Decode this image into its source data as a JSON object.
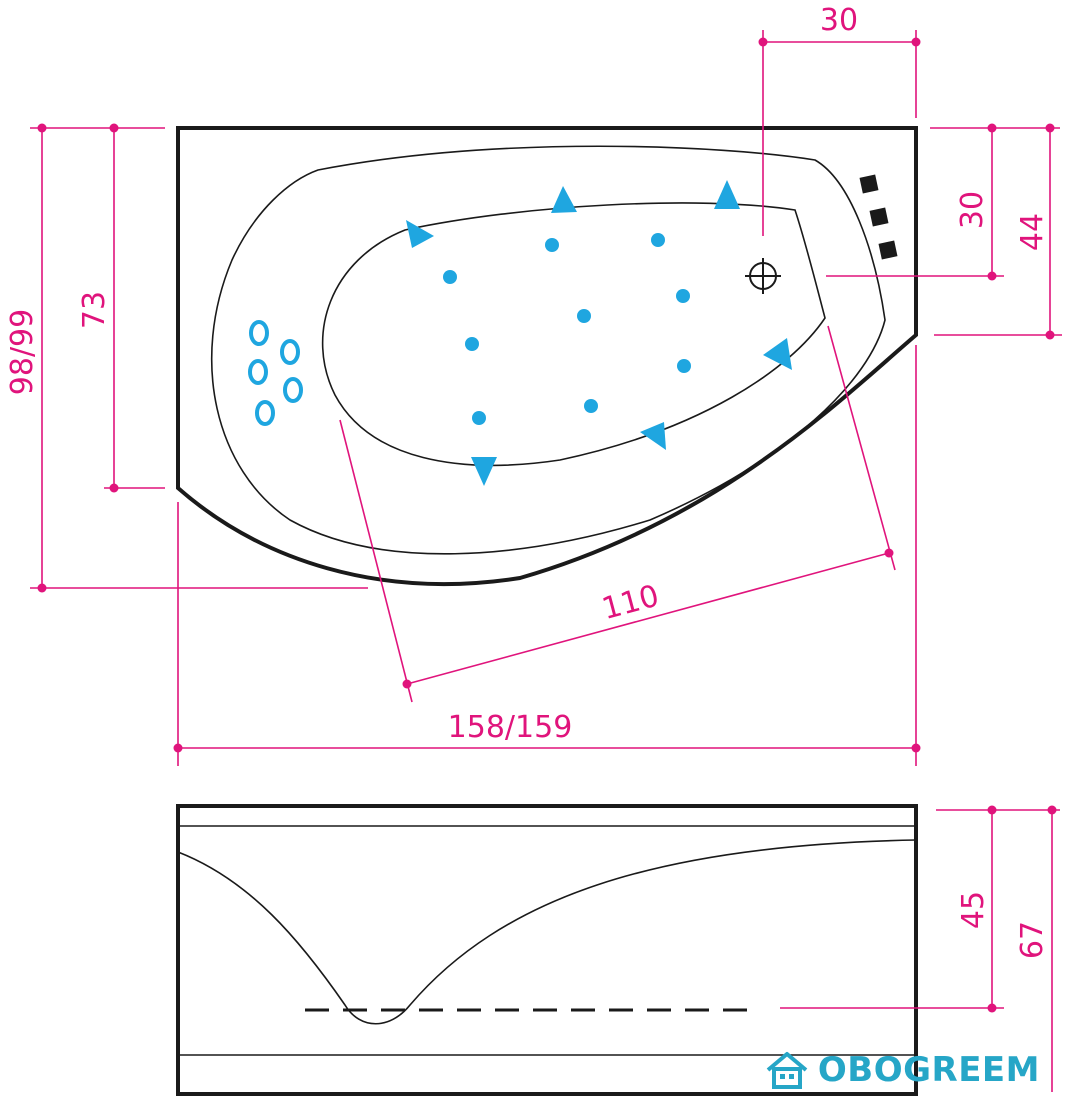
{
  "dimensions": {
    "top_offset": "30",
    "left_height": "98/99",
    "left_inner_height": "73",
    "right_upper": "30",
    "right_outer": "44",
    "inner_length": "110",
    "total_length": "158/159",
    "side_depth": "45",
    "side_height": "67"
  },
  "watermark": {
    "text": "OBOGREEM",
    "icon": "house-icon",
    "color": "#26a6c7"
  },
  "colors": {
    "dimension": "#e0147c",
    "jets": "#1fa6e0",
    "outline": "#1a1a1a"
  }
}
